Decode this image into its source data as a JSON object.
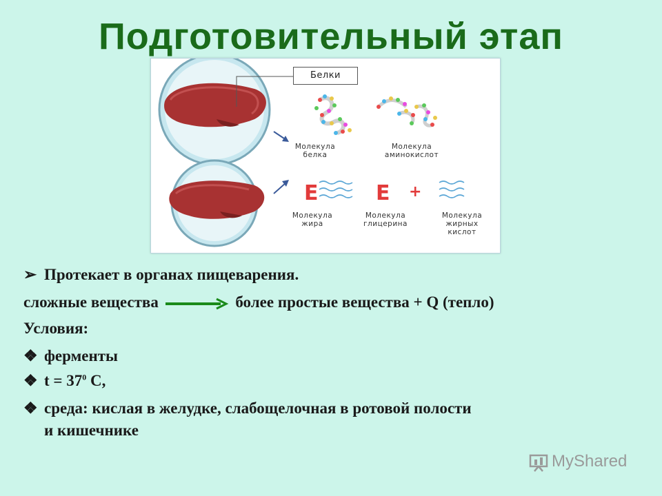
{
  "title": "Подготовительный этап",
  "figure": {
    "callout": "Белки",
    "labels": {
      "protein_molecule": [
        "Молекула",
        "белка"
      ],
      "amino_molecule": [
        "Молекула",
        "аминокислот"
      ],
      "fat_molecule": [
        "Молекула",
        "жира"
      ],
      "glycerol_molecule": [
        "Молекула",
        "глицерина"
      ],
      "fatty_acid_molecule": [
        "Молекула",
        "жирных",
        "кислот"
      ]
    },
    "plus": "+",
    "e_letter": "E"
  },
  "bullets": {
    "line1": "Протекает в органах пищеварения.",
    "complex": "сложные вещества",
    "simple": "более простые вещества + Q (тепло)",
    "conditions": "Условия:",
    "item1": "ферменты",
    "item2_pre": "t = 37",
    "item2_sup": "0",
    "item2_post": " С,",
    "item3_a": "среда: кислая в желудке, слабощелочная в ротовой полости",
    "item3_b": "и кишечнике"
  },
  "watermark": "MyShared",
  "colors": {
    "background": "#ccf5ea",
    "title": "#1a6b1a",
    "arrow_green": "#1a8a1a",
    "meat": "#b33a3a",
    "e_red": "#e23b3b",
    "wave_blue": "#5aa6d6"
  }
}
